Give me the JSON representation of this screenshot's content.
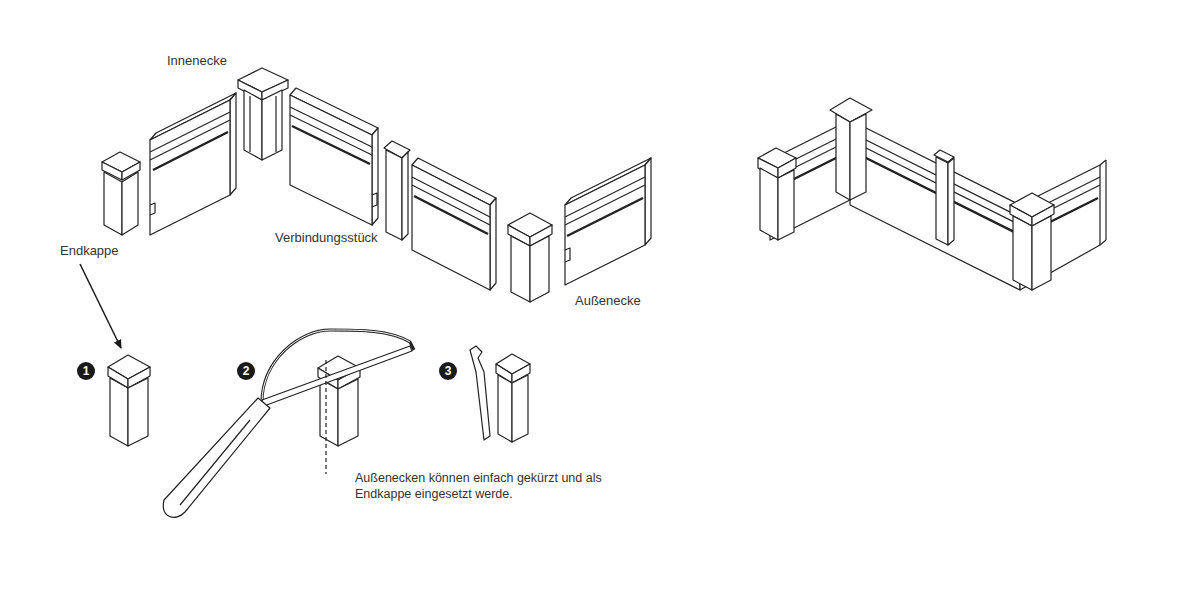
{
  "diagram": {
    "labels": [
      "Innenecke",
      "Endkappe",
      "Verbindungsstück",
      "Außenecke",
      "1",
      "2",
      "3",
      "Außenecken können einfach gekürzt und als Endkappe eingesetzt werde."
    ]
  }
}
